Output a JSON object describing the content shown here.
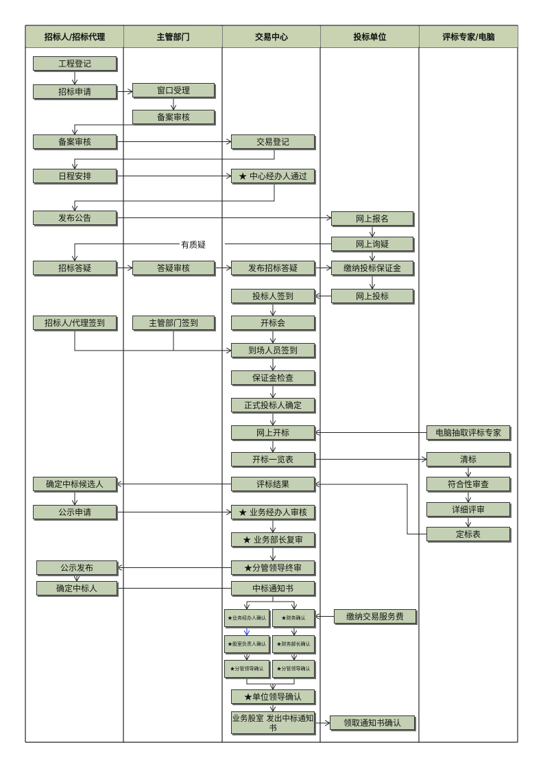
{
  "lanes": [
    {
      "id": "lane-bidder",
      "title": "招标人/招标代理"
    },
    {
      "id": "lane-authority",
      "title": "主管部门"
    },
    {
      "id": "lane-center",
      "title": "交易中心"
    },
    {
      "id": "lane-tenderer",
      "title": "投标单位"
    },
    {
      "id": "lane-expert",
      "title": "评标专家/电脑"
    }
  ],
  "nodes": {
    "gcdj": "工程登记",
    "zbsq": "招标申请",
    "ckls": "窗口受理",
    "basy": "备案审核",
    "bash": "备案审核",
    "jydj": "交易登记",
    "rcap": "日程安排",
    "zxjb": "★ 中心经办人通过",
    "fbgg": "发布公告",
    "wsbm": "网上报名",
    "wsxy": "网上询疑",
    "zbdy": "招标答疑",
    "dysh": "答疑审核",
    "fbzbdy": "发布招标答疑",
    "jnbzj": "缴纳投标保证金",
    "tbrqd": "投标人签到",
    "wstb": "网上投标",
    "zbrqd": "招标人/代理签到",
    "zgqd": "主管部门签到",
    "kbh": "开标会",
    "dcqd": "到场人员签到",
    "bzjjc": "保证金检查",
    "zstbr": "正式投标人确定",
    "wskb": "网上开标",
    "dnzj": "电脑抽取评标专家",
    "kbylb": "开标一览表",
    "qb": "清标",
    "fhx": "符合性审查",
    "xxps": "详细评审",
    "dbb": "定标表",
    "dzhx": "确定中标候选人",
    "pbjg": "评标结果",
    "gssq": "公示申请",
    "ywjb": "★ 业务经办人审核",
    "ywbz": "★ 业务部长复审",
    "gsfb": "公示发布",
    "fgzs": "★分管领导终审",
    "qdzb": "确定中标人",
    "zbtzs": "中标通知书",
    "s_jbqr": "★业务经办人确认",
    "s_cwqr": "★财务确认",
    "jnfwf": "缴纳交易服务费",
    "s_gsqr": "★股室负责人确认",
    "s_cwbz": "★财务部长确认",
    "s_fg1": "★分管领导确认",
    "s_fg2": "★分管领导确认",
    "dwld": "★单位领导确认",
    "fczbs": "业务股室 发出中标通知书",
    "lqtzs": "领取通知书确认"
  },
  "edge_labels": {
    "yzy": "有质疑"
  }
}
